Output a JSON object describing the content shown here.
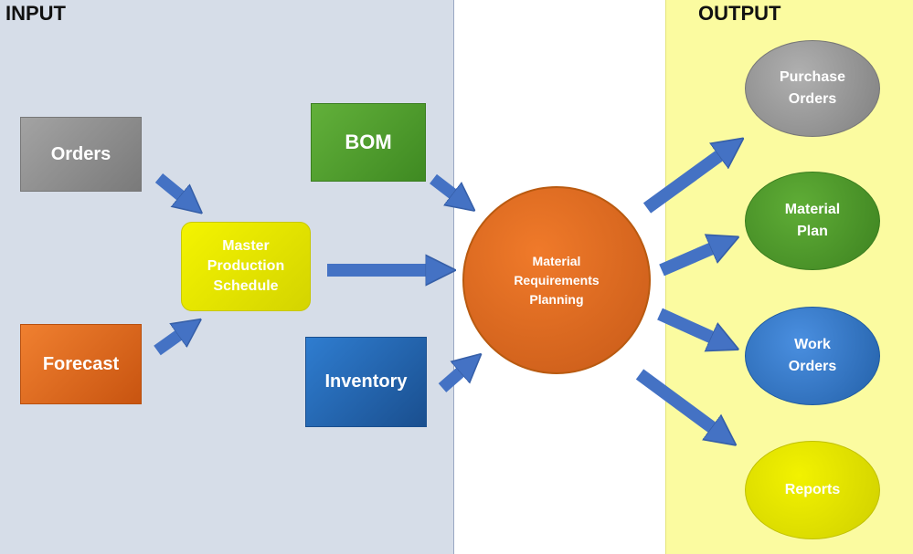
{
  "sections": {
    "input": "INPUT",
    "output": "OUTPUT"
  },
  "nodes": {
    "orders": "Orders",
    "forecast": "Forecast",
    "mps": "Master\nProduction\nSchedule",
    "bom": "BOM",
    "inventory": "Inventory",
    "mrp": "Material\nRequirements\nPlanning",
    "purchase_orders": "Purchase\nOrders",
    "material_plan": "Material\nPlan",
    "work_orders": "Work\nOrders",
    "reports": "Reports"
  },
  "colors": {
    "input_panel": "#d6dde8",
    "output_panel": "#fbfba0",
    "arrow": "#4472c4",
    "gray": "#8c8c8c",
    "orange": "#e0671f",
    "yellow": "#e8e800",
    "green": "#4e9a2a",
    "blue": "#2b6fbf"
  }
}
